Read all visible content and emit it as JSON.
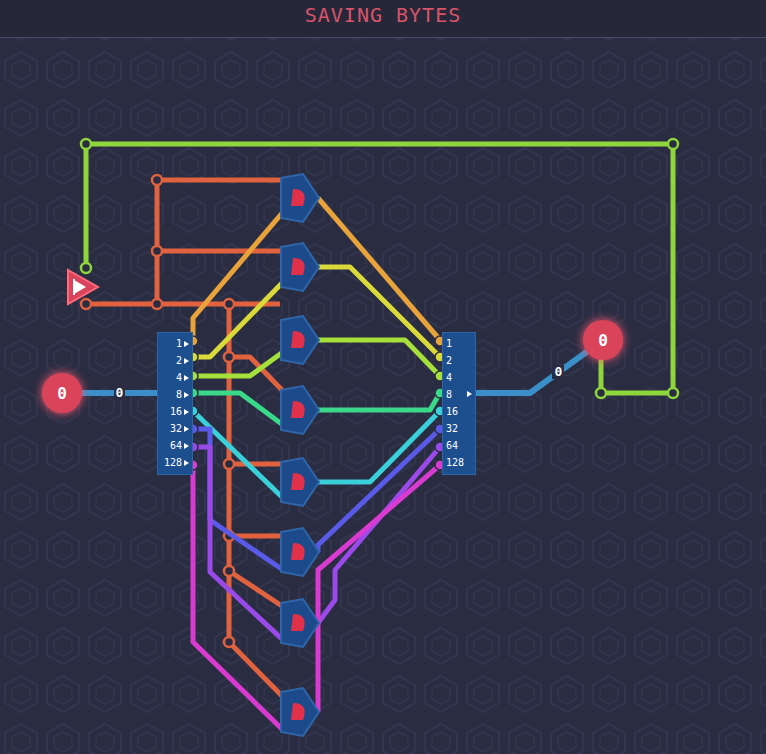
{
  "diagram": {
    "title": "SAVING BYTES",
    "nodes": [
      {
        "text": [
          "0"
        ]
      },
      {
        "text": [
          "1",
          "2",
          "4",
          "8",
          "16",
          "32",
          "64",
          "128"
        ]
      },
      {
        "text": [
          "1",
          "2",
          "4",
          "8",
          "16",
          "32",
          "64",
          "128"
        ]
      },
      {
        "text": [
          "0"
        ]
      }
    ],
    "edges": [
      {
        "from": 0,
        "to": 1,
        "arrow": "none",
        "label": "0"
      },
      {
        "from": 2,
        "to": 3,
        "arrow": "none",
        "label": "0"
      }
    ]
  }
}
